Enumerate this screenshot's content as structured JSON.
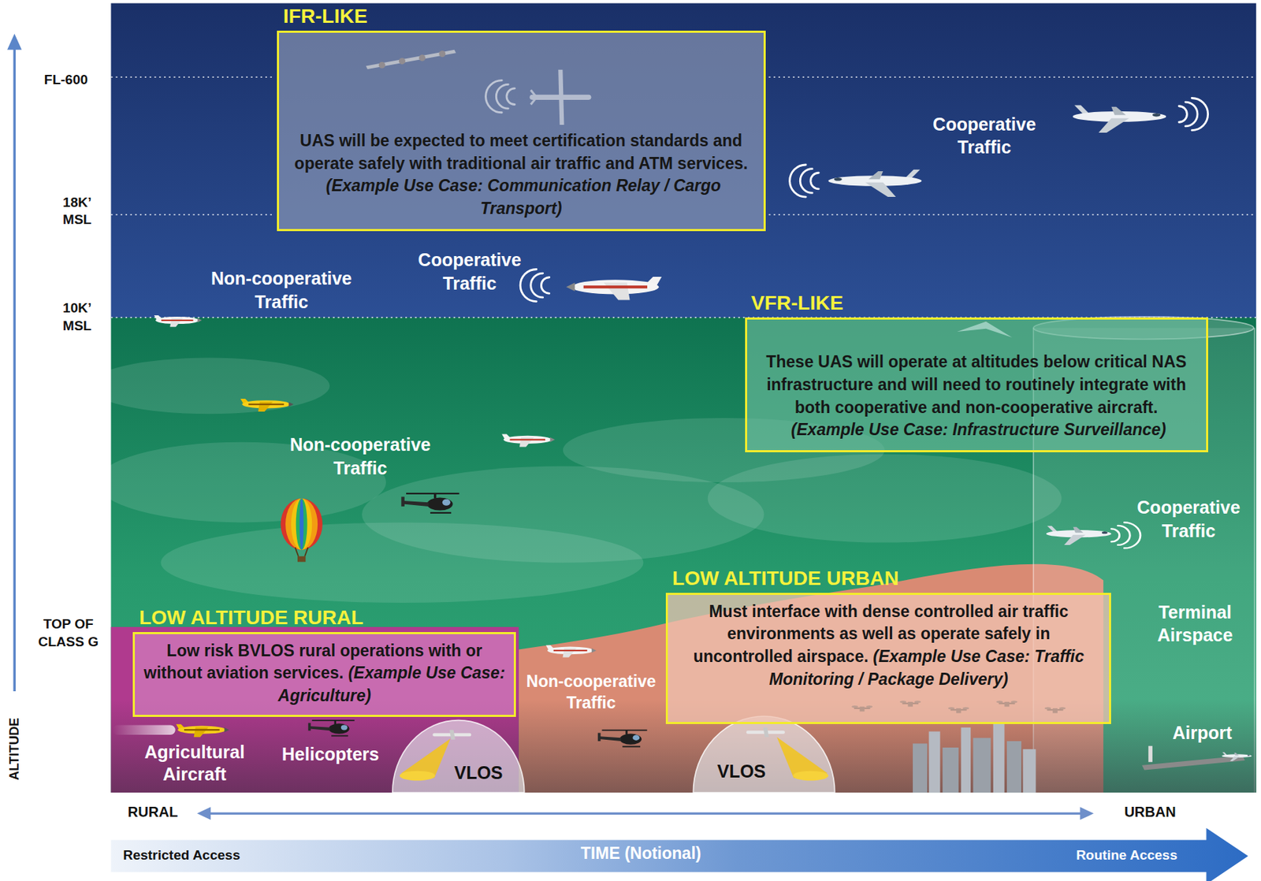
{
  "diagram": {
    "nodes": [
      {
        "text": [
          "IFR-LIKE",
          "UAS will be expected to meet certification standards and operate safely with traditional air traffic and ATM services.",
          "(Example Use Case: Communication Relay / Cargo Transport)"
        ]
      },
      {
        "text": [
          "VFR-LIKE",
          "These UAS will operate at altitudes below critical NAS infrastructure and will need to routinely integrate with both cooperative and non-cooperative aircraft.",
          "(Example Use Case: Infrastructure Surveillance)"
        ]
      },
      {
        "text": [
          "LOW ALTITUDE URBAN",
          "Must interface with dense controlled air traffic environments as well as operate safely in uncontrolled airspace.",
          "(Example Use Case: Traffic Monitoring / Package Delivery)"
        ]
      },
      {
        "text": [
          "LOW ALTITUDE RURAL",
          "Low risk BVLOS rural operations with or without aviation services.",
          "(Example Use Case: Agriculture)"
        ]
      }
    ],
    "labels": [
      "FL-600",
      "18K’ MSL",
      "10K’ MSL",
      "TOP OF CLASS G",
      "ALTITUDE",
      "Cooperative Traffic",
      "Cooperative Traffic",
      "Non-cooperative Traffic",
      "Non-cooperative Traffic",
      "Cooperative Traffic",
      "Terminal Airspace",
      "Non-cooperative Traffic",
      "Airport",
      "Agricultural Aircraft",
      "Helicopters",
      "VLOS",
      "VLOS",
      "RURAL",
      "URBAN",
      "Restricted Access",
      "TIME (Notional)",
      "Routine Access"
    ]
  }
}
